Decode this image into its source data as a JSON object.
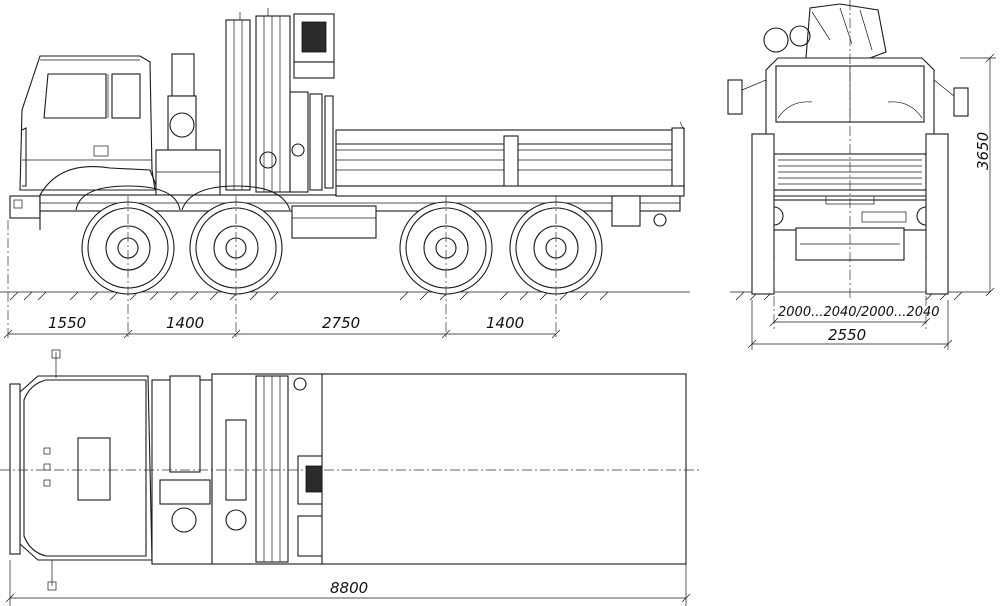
{
  "dimensions": {
    "overhang_front": "1550",
    "axle_spacing_front": "1400",
    "wheelbase_mid": "2750",
    "axle_spacing_rear": "1400",
    "overall_length": "8800",
    "track_width": "2000...2040/2000...2040",
    "overall_width": "2550",
    "overall_height": "3650"
  }
}
